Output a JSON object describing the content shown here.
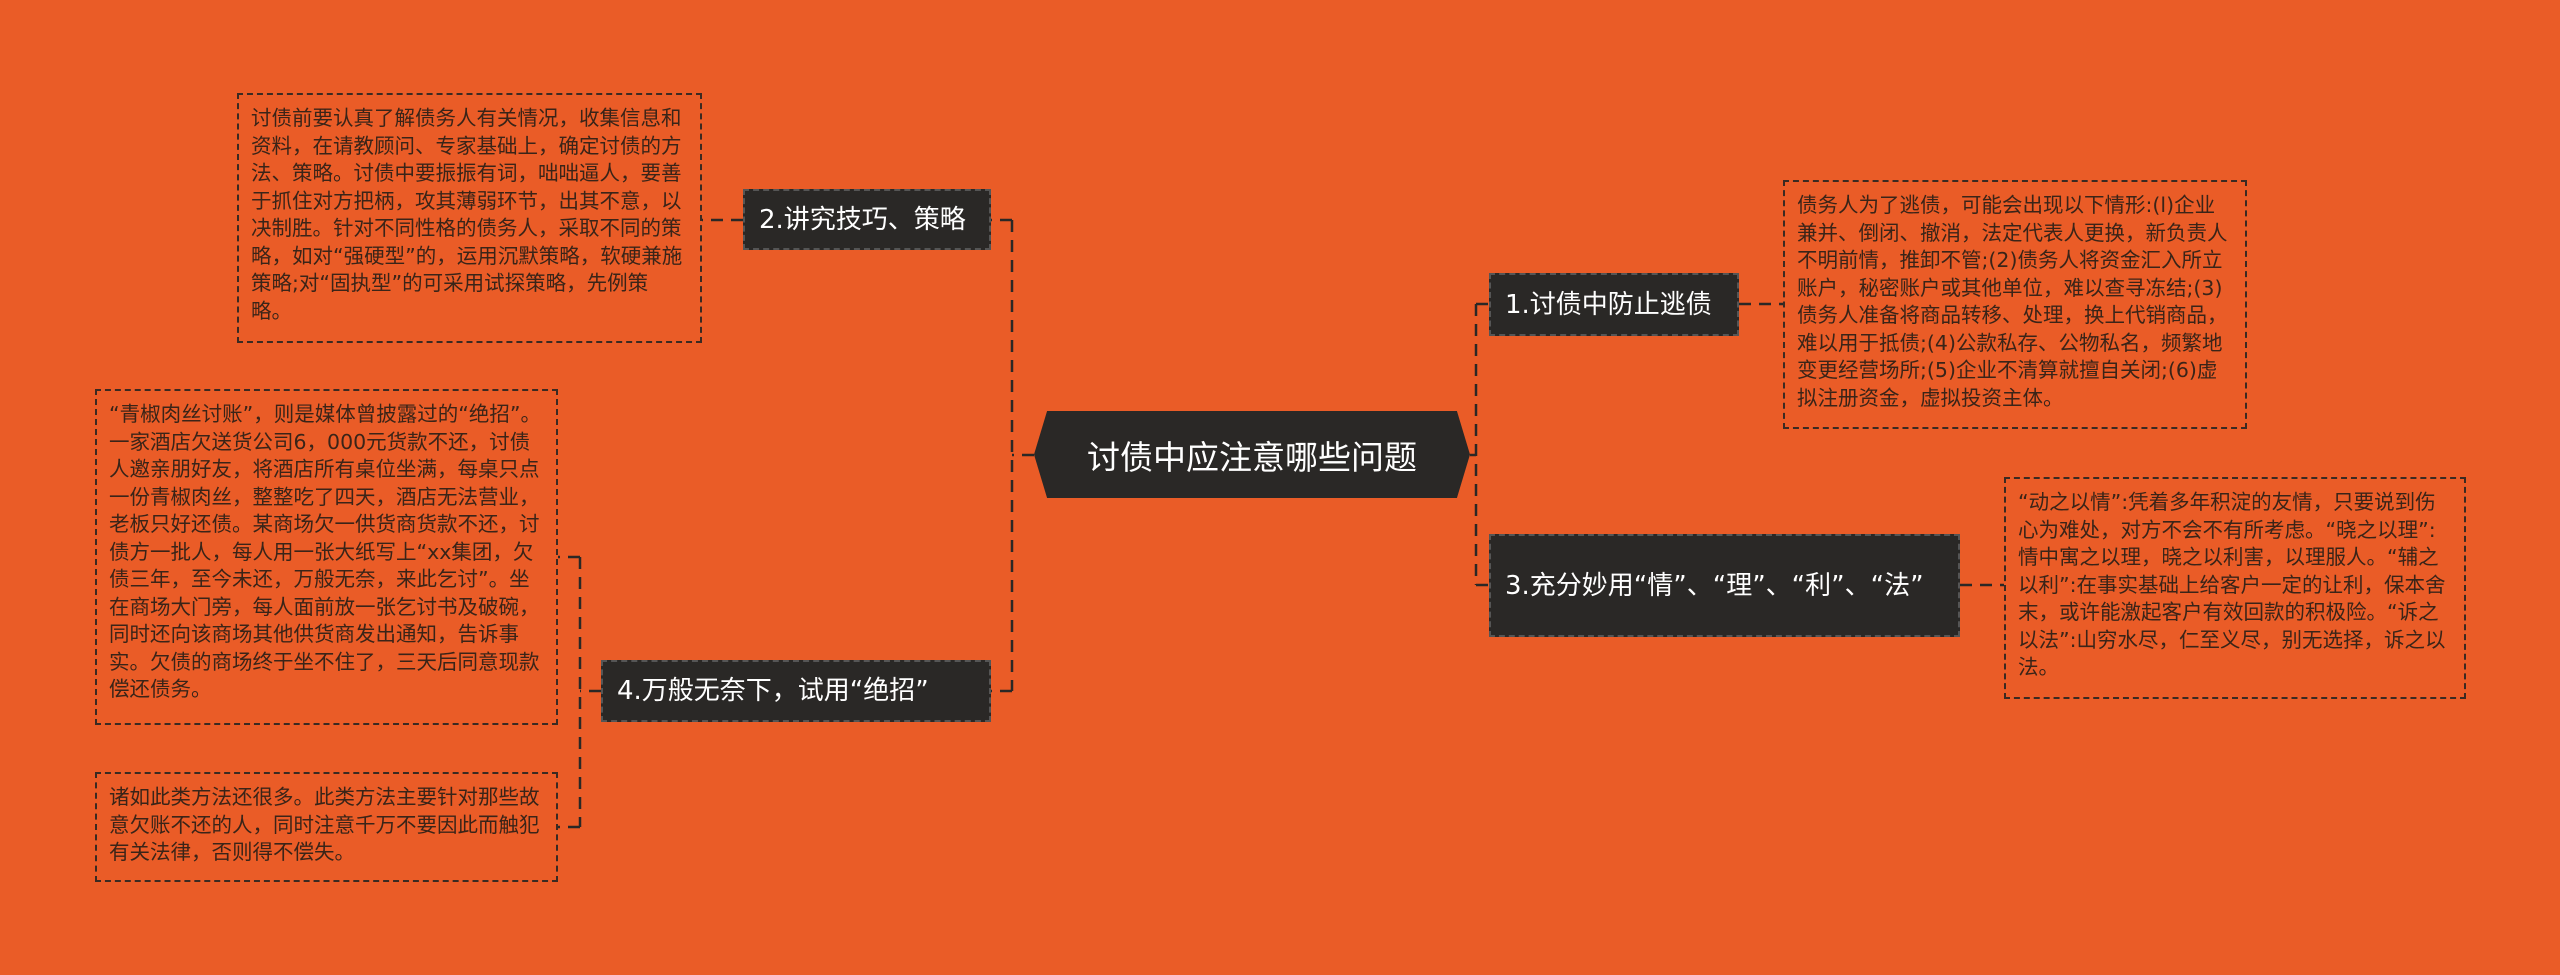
{
  "colors": {
    "background": "#ea5c27",
    "node": "#2a2826",
    "note_text": "#3a2418"
  },
  "center": {
    "label": "讨债中应注意哪些问题"
  },
  "branches": [
    {
      "label": "1.讨债中防止逃债",
      "notes": [
        "债务人为了逃债，可能会出现以下情形:(l)企业兼并、倒闭、撤消，法定代表人更换，新负责人不明前情，推卸不管;(2)债务人将资金汇入所立账户，秘密账户或其他单位，难以查寻冻结;(3)债务人准备将商品转移、处理，换上代销商品，难以用于抵债;(4)公款私存、公物私名，频繁地变更经营场所;(5)企业不清算就擅自关闭;(6)虚拟注册资金，虚拟投资主体。"
      ]
    },
    {
      "label": "2.讲究技巧、策略",
      "notes": [
        "讨债前要认真了解债务人有关情况，收集信息和资料，在请教顾问、专家基础上，确定讨债的方法、策略。讨债中要振振有词，咄咄逼人，要善于抓住对方把柄，攻其薄弱环节，出其不意，以决制胜。针对不同性格的债务人，采取不同的策略，如对“强硬型”的，运用沉默策略，软硬兼施策略;对“固执型”的可采用试探策略，先例策略。"
      ]
    },
    {
      "label": "3.充分妙用“情”、“理”、“利”、“法”",
      "notes": [
        "“动之以情”:凭着多年积淀的友情，只要说到伤心为难处，对方不会不有所考虑。“晓之以理”:情中寓之以理，晓之以利害，以理服人。“辅之以利”:在事实基础上给客户一定的让利，保本舍末，或许能激起客户有效回款的积极险。“诉之以法”:山穷水尽，仁至义尽，别无选择，诉之以法。"
      ]
    },
    {
      "label": "4.万般无奈下，试用“绝招”",
      "notes": [
        "“青椒肉丝讨账”，则是媒体曾披露过的“绝招”。一家酒店欠送货公司6，000元货款不还，讨债人邀亲朋好友，将酒店所有桌位坐满，每桌只点一份青椒肉丝，整整吃了四天，酒店无法营业，老板只好还债。某商场欠一供货商货款不还，讨债方一批人，每人用一张大纸写上“xx集团，欠债三年，至今未还，万般无奈，来此乞讨”。坐在商场大门旁，每人面前放一张乞讨书及破碗，同时还向该商场其他供货商发出通知，告诉事实。欠债的商场终于坐不住了，三天后同意现款偿还债务。",
        "诸如此类方法还很多。此类方法主要针对那些故意欠账不还的人，同时注意千万不要因此而触犯有关法律，否则得不偿失。"
      ]
    }
  ]
}
